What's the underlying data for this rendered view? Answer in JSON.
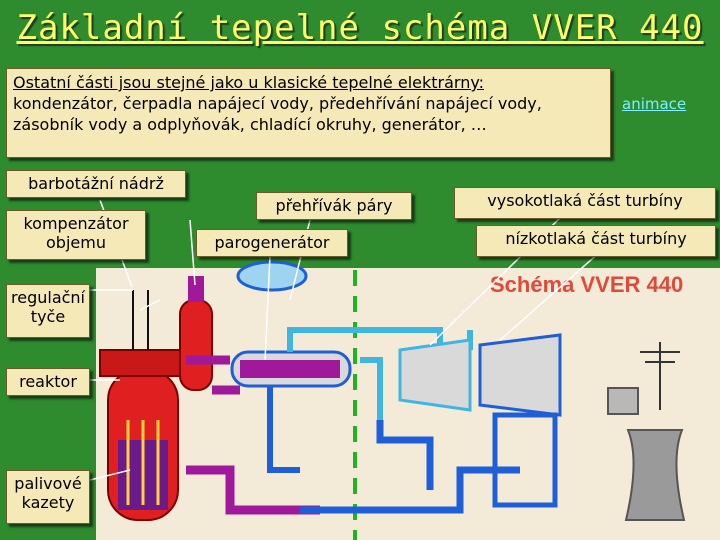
{
  "title": "Základní tepelné schéma VVER 440",
  "info": {
    "heading": "Ostatní části jsou stejné jako u klasické tepelné elektrárny:",
    "line1": "kondenzátor, čerpadla napájecí vody, předehřívání napájecí vody,",
    "line2": "zásobník vody a odplyňovák, chladící okruhy, generátor, …"
  },
  "animation_link": "animace",
  "labels": {
    "bubbler_tank": "barbotážní nádrž",
    "pressurizer_l1": "kompenzátor",
    "pressurizer_l2": "objemu",
    "superheater": "přehřívák páry",
    "steam_generator": "parogenerátor",
    "hp_turbine": "vysokotlaká část turbíny",
    "lp_turbine": "nízkotlaká část turbíny",
    "control_rods_l1": "regulační",
    "control_rods_l2": "tyče",
    "reactor": "reaktor",
    "fuel_l1": "palivové",
    "fuel_l2": "kazety"
  },
  "schema_title": "Schéma VVER 440",
  "colors": {
    "background": "#2e8b2e",
    "title": "#ffff66",
    "label_bg": "#f5e9b8",
    "link": "#7df0ff",
    "reactor_red": "#e02020",
    "loop_purple": "#a0199a",
    "steam_cyan": "#3fb6e0",
    "water_blue": "#1e5fd8",
    "schema_bg": "#f3ead7",
    "schema_title": "#e04a3a",
    "divider_green": "#22b222"
  }
}
